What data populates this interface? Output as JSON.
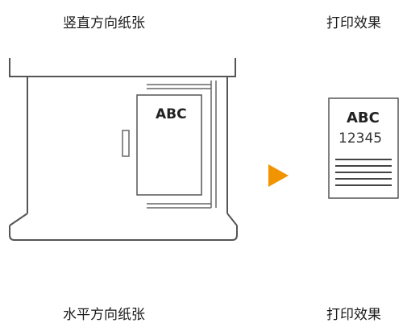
{
  "labels": {
    "portrait_paper": "竖直方向纸张",
    "print_result_1": "打印效果",
    "landscape_paper": "水平方向纸张",
    "print_result_2": "打印效果"
  },
  "tray_paper": {
    "text": "ABC"
  },
  "result_paper": {
    "line1": "ABC",
    "line2": "12345"
  },
  "colors": {
    "arrow": "#F29400",
    "outline": "#555555"
  },
  "icons": {
    "arrow": "right-arrow-icon"
  }
}
